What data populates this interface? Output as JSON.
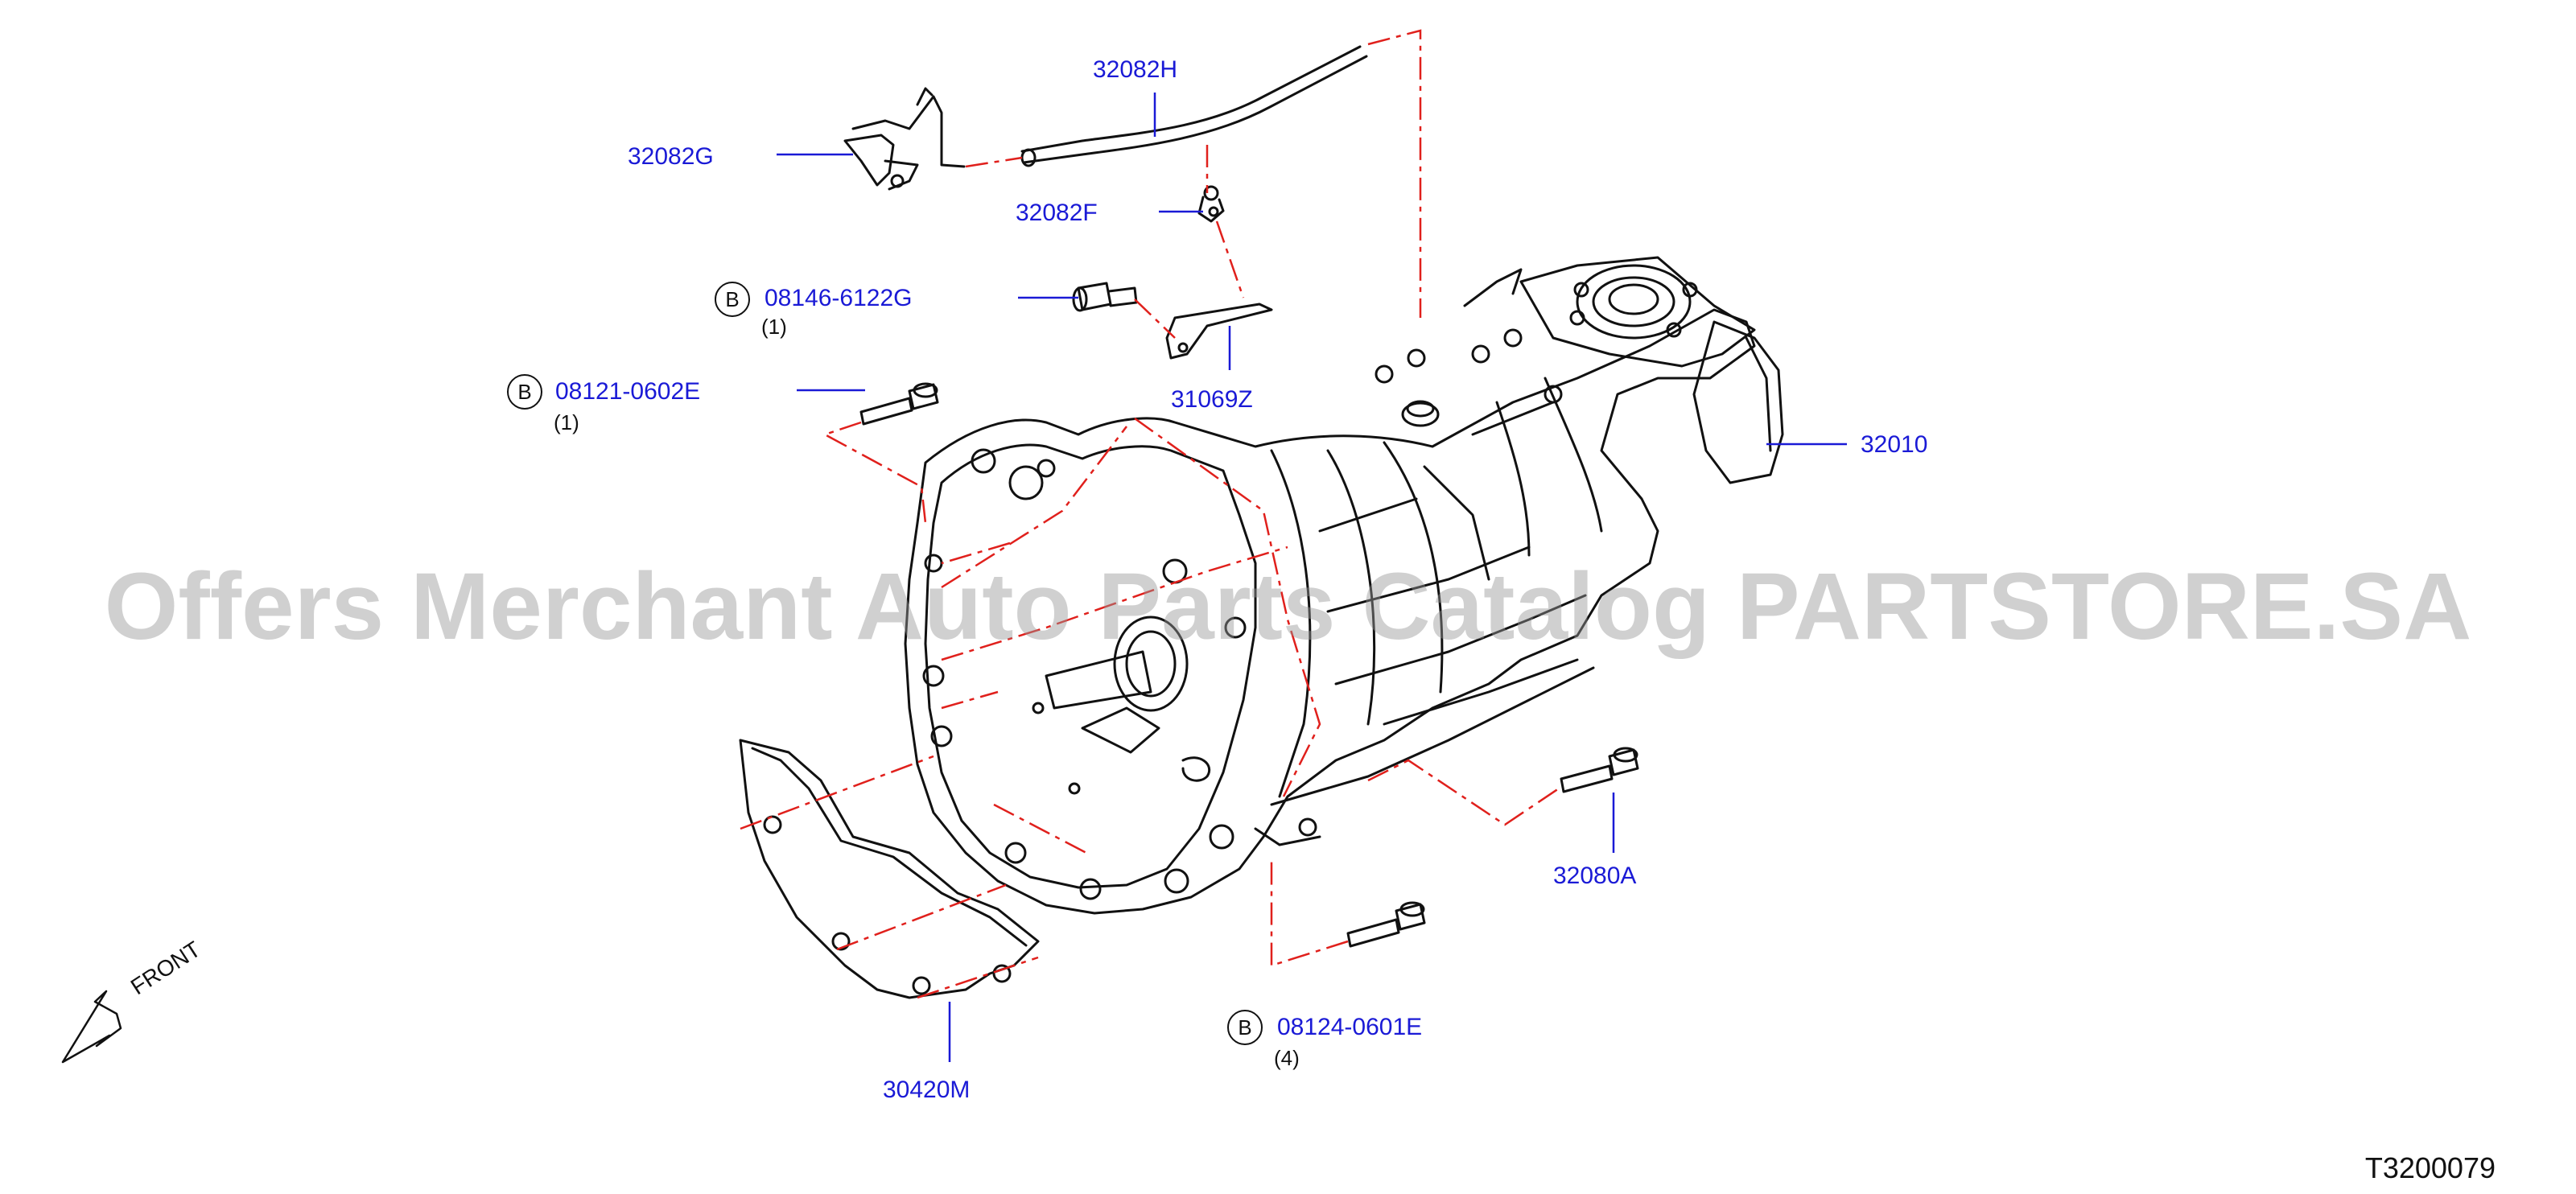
{
  "diagram_code": "T3200079",
  "watermark": "Offers Merchant Auto Parts Catalog PARTSTORE.SA",
  "front_label": "FRONT",
  "colors": {
    "callout": "#1a1ad6",
    "phantom_line": "#e0201c",
    "drawing": "#111111",
    "watermark": "#9a9a9a"
  },
  "parts": [
    {
      "id": "32082H",
      "label": "32082H"
    },
    {
      "id": "32082G",
      "label": "32082G"
    },
    {
      "id": "32082F",
      "label": "32082F"
    },
    {
      "id": "08146-6122G",
      "label": "08146-6122G",
      "badge": "B",
      "qty": "(1)"
    },
    {
      "id": "31069Z",
      "label": "31069Z"
    },
    {
      "id": "08121-0602E",
      "label": "08121-0602E",
      "badge": "B",
      "qty": "(1)"
    },
    {
      "id": "32010",
      "label": "32010"
    },
    {
      "id": "32080A",
      "label": "32080A"
    },
    {
      "id": "08124-0601E",
      "label": "08124-0601E",
      "badge": "B",
      "qty": "(4)"
    },
    {
      "id": "30420M",
      "label": "30420M"
    }
  ]
}
